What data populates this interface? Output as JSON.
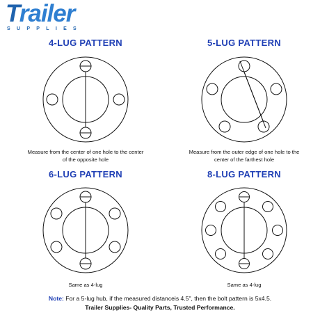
{
  "colors": {
    "brand_blue": "#1f63ae",
    "title_blue": "#1f3fb5",
    "note_blue": "#1f3fb5",
    "line": "#111111"
  },
  "logo": {
    "word": "Trailer",
    "sub": "SUPPLIES"
  },
  "patterns": [
    {
      "title": "4-LUG PATTERN",
      "caption_line1": "Measure from the center of one hole to the center",
      "caption_line2": "of the opposite hole"
    },
    {
      "title": "5-LUG PATTERN",
      "caption_line1": "Measure from the outer edge of one hole to the",
      "caption_line2": "center of the farthest hole"
    },
    {
      "title": "6-LUG PATTERN",
      "caption_line1": "Same as 4-lug",
      "caption_line2": ""
    },
    {
      "title": "8-LUG PATTERN",
      "caption_line1": "Same as 4-lug",
      "caption_line2": ""
    }
  ],
  "footer": {
    "note_label": "Note:",
    "note_text": " For a 5-lug hub, if the measured distanceis 4.5\", then the bolt pattern is 5x4.5.",
    "tagline": "Trailer Supplies- Quality Parts, Trusted Performance."
  }
}
